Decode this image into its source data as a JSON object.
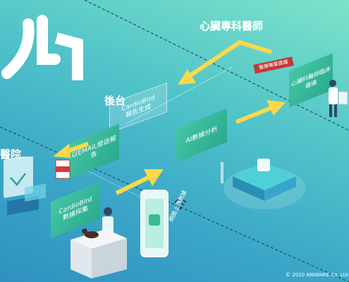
{
  "labels": {
    "cardiologist": "心臟專科醫師",
    "backend": "後台",
    "hospital": "醫院",
    "upload": "網路上傳數據",
    "copyright": "© 2020 ANIWARE Co. Ltd"
  },
  "boxes": {
    "cardiobird_report_1": "CardioBird",
    "cardiobird_report_2": "報告生成",
    "email_report": "以EMAIL發送報告",
    "ai_analysis": "AI數據分析",
    "doctor_advice": "心臟科醫師臨床建議",
    "cardiobird_collect_1": "CardioBird",
    "cardiobird_collect_2": "數據採集",
    "stamp": "醫療專業建議"
  },
  "colors": {
    "arrow": "#ffd84a",
    "box_green": "#3bb99b",
    "line_dark": "#2b4a63"
  }
}
